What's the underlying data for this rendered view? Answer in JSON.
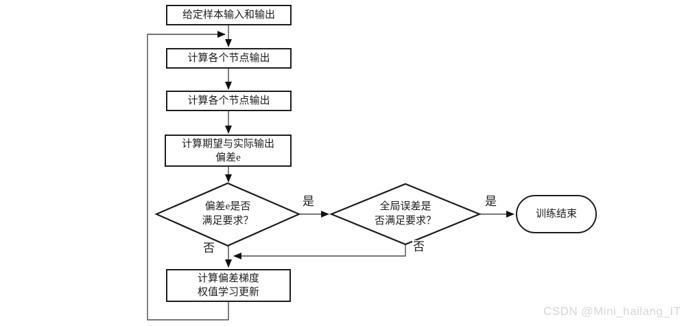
{
  "canvas": {
    "background": "#ffffff",
    "border_color": "#1c1c1c",
    "connector_color": "#4a4a4a",
    "text_color": "#1c1c1c"
  },
  "watermark": {
    "text": "CSDN @Mini_hailang_IT",
    "color": "#d6d6d6"
  },
  "flowchart": {
    "nodes": {
      "start": {
        "type": "process",
        "label": "给定样本输入和输出"
      },
      "calc_nodes_1": {
        "type": "process",
        "label": "计算各个节点输出"
      },
      "calc_nodes_2": {
        "type": "process",
        "label": "计算各个节点输出"
      },
      "calc_error": {
        "type": "process",
        "label": "计算期望与实际输出\n偏差e"
      },
      "decision_e": {
        "type": "decision",
        "label": "偏差e是否\n满足要求？"
      },
      "decision_global": {
        "type": "decision",
        "label": "全局误差是\n否满足要求？"
      },
      "train_end": {
        "type": "terminator",
        "label": "训练结束"
      },
      "update_weights": {
        "type": "process",
        "label": "计算偏差梯度\n权值学习更新"
      }
    },
    "edge_labels": {
      "yes_1": "是",
      "yes_2": "是",
      "no_1": "否",
      "no_2": "否"
    }
  }
}
